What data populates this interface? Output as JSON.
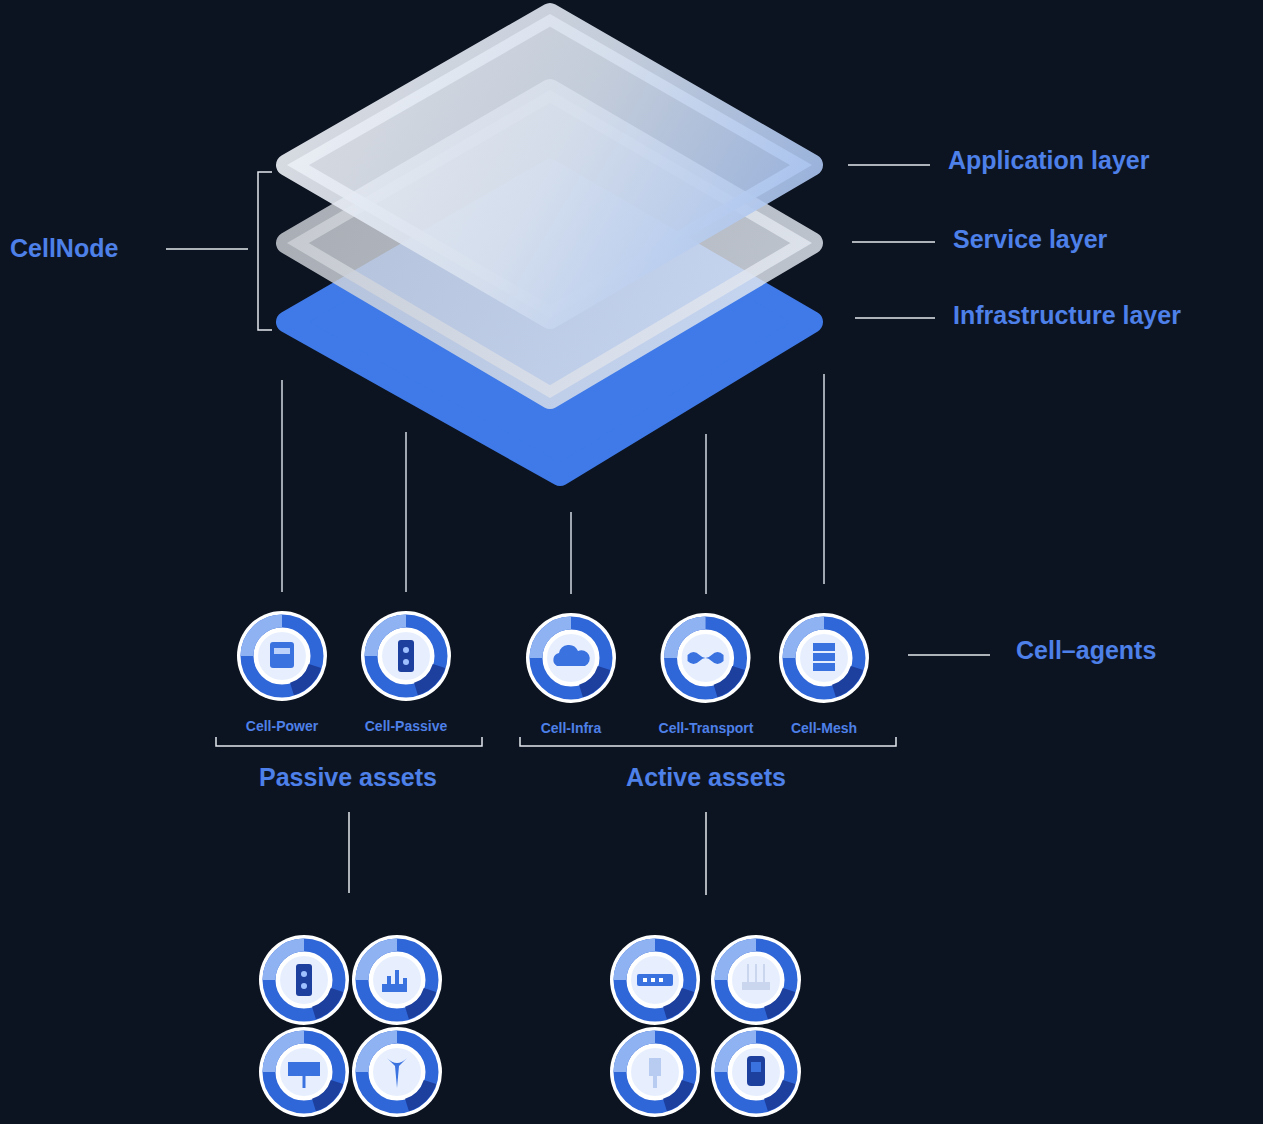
{
  "diagram": {
    "nodes": [
      {
        "text": [
          "Cell-Power"
        ]
      },
      {
        "text": [
          "Cell-Passive"
        ]
      },
      {
        "text": [
          "Cell-Infra"
        ]
      },
      {
        "text": [
          "Cell-Transport"
        ]
      },
      {
        "text": [
          "Cell-Mesh"
        ]
      }
    ],
    "labels": [
      "CellNode",
      "Application layer",
      "Service layer",
      "Infrastructure layer",
      "Cell–agents",
      "Passive assets",
      "Active assets"
    ]
  }
}
